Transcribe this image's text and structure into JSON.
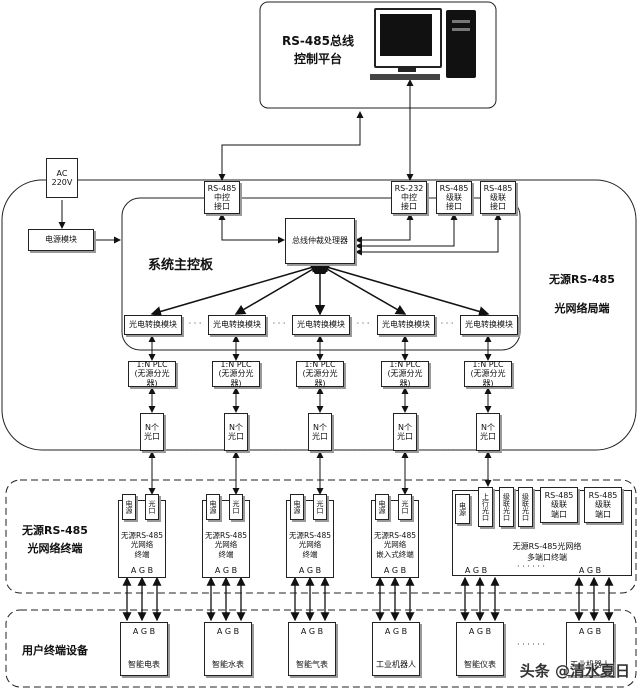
{
  "platform": {
    "title_line1": "RS-485总线",
    "title_line2": "控制平台"
  },
  "power": {
    "ac_line1": "AC",
    "ac_line2": "220V",
    "power_module": "电源模块"
  },
  "local": {
    "label_line1": "无源RS-485",
    "label_line2": "光网络局端",
    "main_board": "系统主控板",
    "bus_processor": "总线仲裁处理器",
    "port_rs485": [
      "RS-485",
      "中控",
      "接口"
    ],
    "port_rs232": [
      "RS-232",
      "中控",
      "接口"
    ],
    "port_cascade1": [
      "RS-485",
      "级联",
      "接口"
    ],
    "port_cascade2": [
      "RS-485",
      "级联",
      "接口"
    ],
    "converter": "光电转换模块",
    "splitter_line1": "1:N PLC",
    "splitter_line2": "(无源分光器)",
    "nport_line1": "N个",
    "nport_line2": "光口",
    "ellipsis_small": "· · ·",
    "ellipsis_wide": "· · · · · ·"
  },
  "terminals": {
    "label_line1": "无源RS-485",
    "label_line2": "光网络终端",
    "power_label": "电源",
    "optical_label": "光口",
    "items": [
      {
        "line1": "无源RS-485",
        "line2": "光网络",
        "line3": "终端"
      },
      {
        "line1": "无源RS-485",
        "line2": "光网络",
        "line3": "终端"
      },
      {
        "line1": "无源RS-485",
        "line2": "光网络",
        "line3": "终端"
      },
      {
        "line1": "无源RS-485",
        "line2": "光网络",
        "line3": "嵌入式终端"
      }
    ],
    "multi": {
      "line1": "无源RS-485光网络",
      "line2": "多端口终端",
      "uplink": "上行光口",
      "cascade_port": "级联光口",
      "rs485_port_line1": "RS-485",
      "rs485_port_line2": "级联",
      "rs485_port_line3": "端口"
    },
    "pins": "A G B",
    "pin_ellipsis": "· · · · · ·"
  },
  "devices": {
    "label": "用户终端设备",
    "items": [
      "智能电表",
      "智能水表",
      "智能气表",
      "工业机器人",
      "智能仪表",
      "工业机器人"
    ],
    "pins": "A G B",
    "ellipsis": "· · · · · ·"
  },
  "watermark": "头条 @清水夏日"
}
